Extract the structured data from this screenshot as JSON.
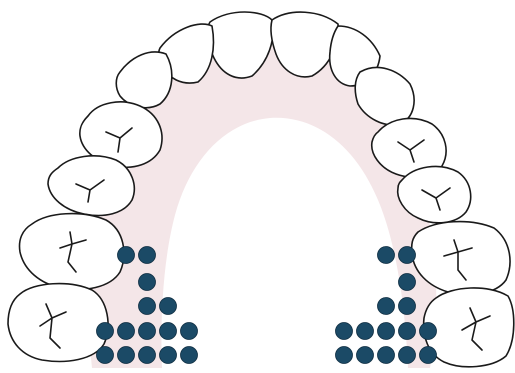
{
  "diagram": {
    "colors": {
      "palate": "#f4e6e8",
      "tooth_fill": "#ffffff",
      "tooth_outline": "#1a1a1a",
      "dot": "#1b4a66"
    },
    "dot_grid": {
      "left_rows": [
        2,
        1,
        2,
        5,
        5
      ],
      "right_rows": [
        2,
        1,
        2,
        5,
        5
      ]
    }
  }
}
